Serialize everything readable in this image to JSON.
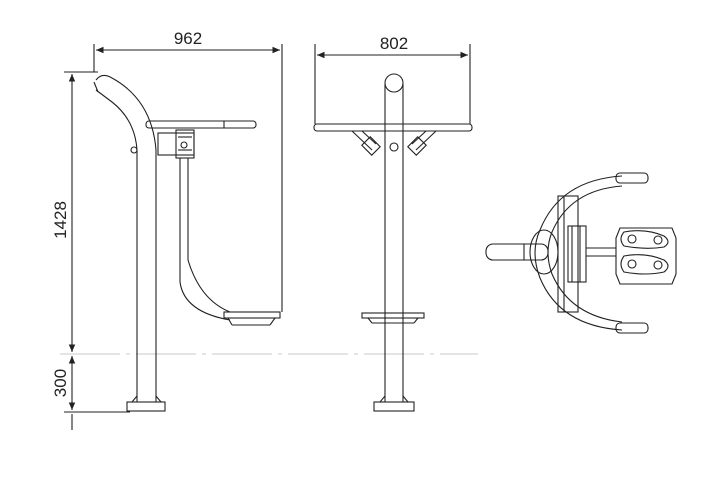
{
  "dimensions": {
    "width_side": "962",
    "width_front": "802",
    "height_total": "1428",
    "height_ground": "300"
  },
  "colors": {
    "line": "#222222",
    "ground": "#c8c8c8"
  }
}
